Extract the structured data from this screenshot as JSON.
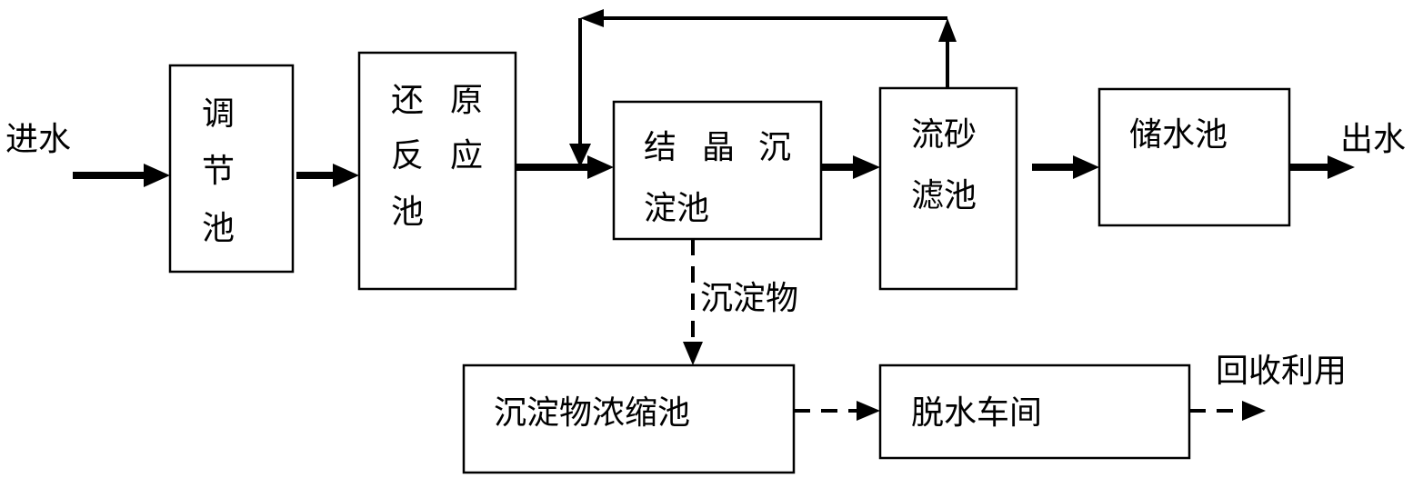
{
  "inputs": {
    "inflow": "进水"
  },
  "outputs": {
    "outflow": "出水",
    "recycle": "回收利用"
  },
  "edge_labels": {
    "sediment": "沉淀物"
  },
  "nodes": {
    "adjust_tank": [
      "调",
      "节",
      "池"
    ],
    "reduction_tank": {
      "line1": [
        "还",
        "原"
      ],
      "line2": [
        "反",
        "应"
      ],
      "line3": [
        "池"
      ]
    },
    "crystallization_tank": {
      "line1": [
        "结",
        "晶",
        "沉"
      ],
      "line2": "淀池"
    },
    "sand_filter": {
      "line1": "流砂",
      "line2": "滤池"
    },
    "storage_tank": "储水池",
    "thickener": "沉淀物浓缩池",
    "dewatering": "脱水车间"
  }
}
